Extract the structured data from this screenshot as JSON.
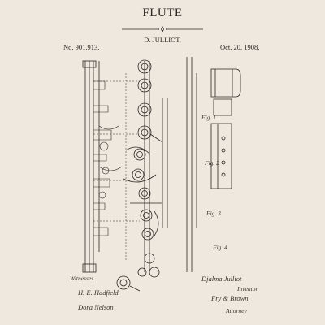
{
  "document": {
    "title": "FLUTE",
    "inventor": "D. JULLIOT.",
    "patent_number": "No. 901,913.",
    "date": "Oct. 20, 1908."
  },
  "signatures": {
    "witnesses_label": "Witnesses",
    "inventor_label": "Inventor",
    "attorney_label": "Attorney",
    "inventor_signature": "Djalma Julliot",
    "witness_1": "H. E. Hadfield",
    "witness_2": "Dora Nelson",
    "attorney_signature": "Fry & Brown"
  },
  "figure_labels": {
    "fig_1": "Fig. 1",
    "fig_2": "Fig. 2",
    "fig_3": "Fig. 3",
    "fig_4": "Fig. 4"
  },
  "colors": {
    "paper": "#efe8de",
    "ink": "#2a2622"
  }
}
